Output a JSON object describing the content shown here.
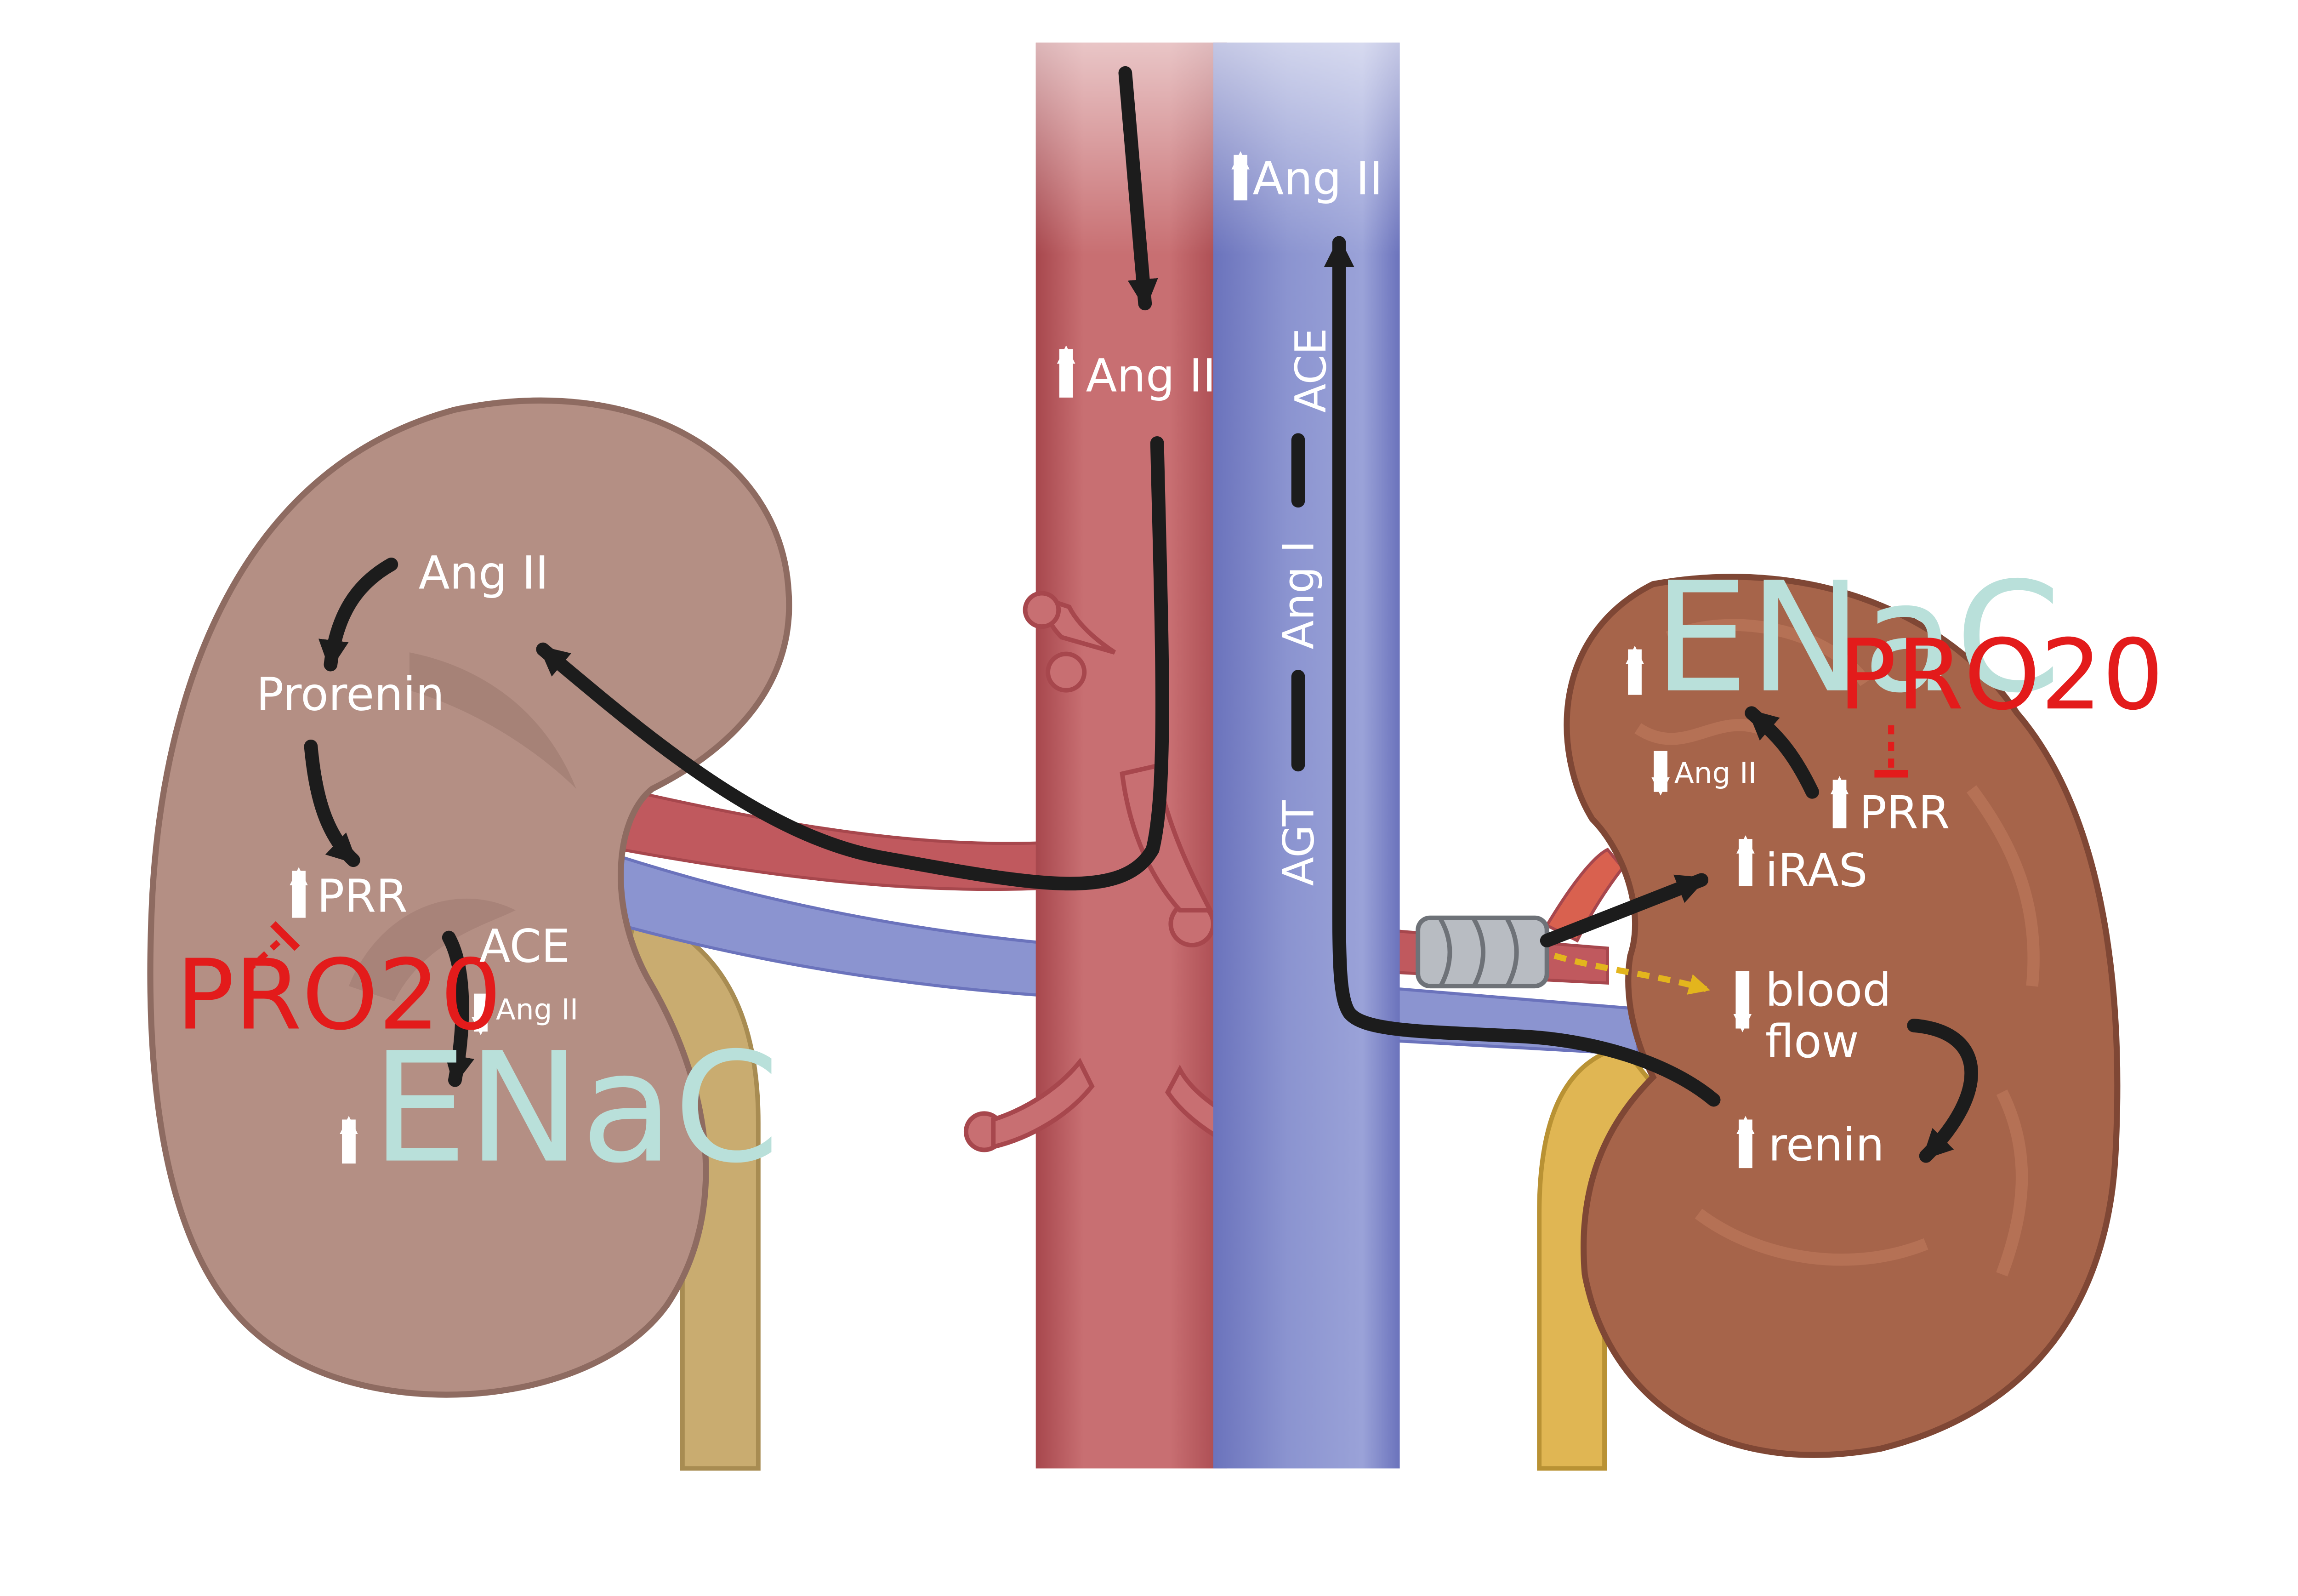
{
  "colors": {
    "artery": "#c86f72",
    "artery_dark": "#a7474d",
    "vein": "#8b94d0",
    "vein_dark": "#6b73bc",
    "kidney_left": "#b48f84",
    "kidney_left_dark": "#8e6b61",
    "kidney_right": "#a6644a",
    "kidney_right_dark": "#7f4735",
    "ureter_left": "#c9ac70",
    "ureter_right": "#e0b653",
    "enac_text": "#b9e0da",
    "drug_text": "#e31b1b",
    "clip": "#b8bcc2",
    "dashed_arrow": "#e3b51d"
  },
  "vessel": {
    "artery_ang2": "Ang II",
    "vein_ang2": "Ang II",
    "agt": "AGT",
    "ang1": "Ang I",
    "ace": "ACE"
  },
  "left_kidney": {
    "ang2": "Ang II",
    "prorenin": "Prorenin",
    "prr": "PRR",
    "pro20": "PRO20",
    "ace": "ACE",
    "ang2_small": "Ang II",
    "enac": "ENaC"
  },
  "right_kidney": {
    "enac": "ENaC",
    "pro20": "PRO20",
    "ang2_small": "Ang II",
    "prr": "PRR",
    "iras": "iRAS",
    "blood": "blood",
    "flow": "flow",
    "renin": "renin"
  }
}
